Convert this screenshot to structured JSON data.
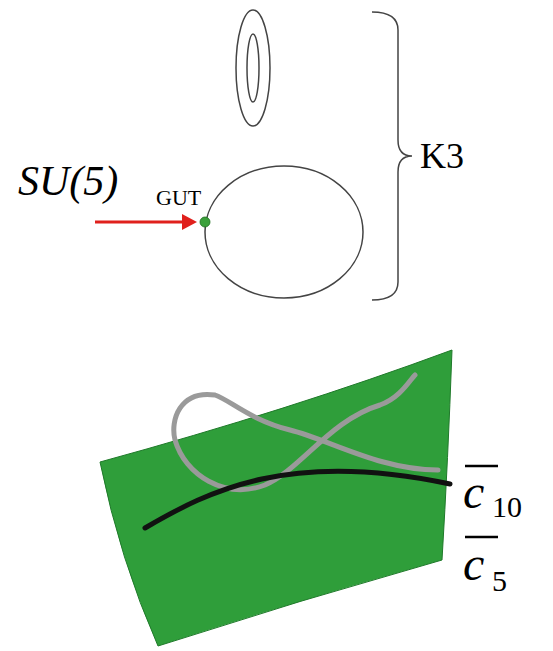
{
  "diagram": {
    "labels": [
      "SU(5)",
      "GUT",
      "K3",
      "c",
      "10",
      "c",
      "5"
    ]
  }
}
